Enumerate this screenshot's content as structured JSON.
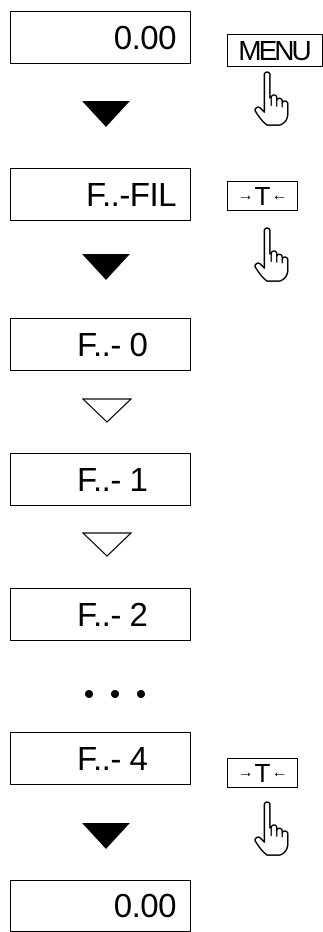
{
  "displays": {
    "d1": "0.00",
    "d2": "F..-FIL",
    "d3": "F..- 0",
    "d4": "F..- 1",
    "d5": "F..- 2",
    "d6": "F..- 4",
    "d7": "0.00"
  },
  "keys": {
    "menu": "MENU",
    "tare_left": "→",
    "tare_mid": "T",
    "tare_right": "←"
  },
  "colors": {
    "ink": "#000000",
    "paper": "#ffffff"
  }
}
